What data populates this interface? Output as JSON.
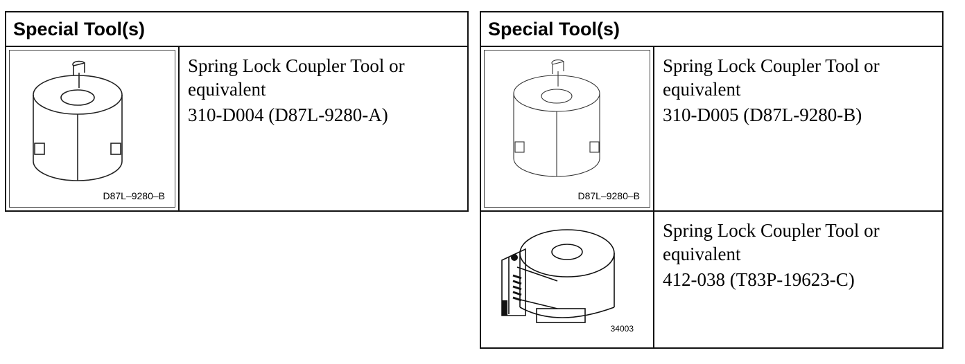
{
  "tables": [
    {
      "header": "Special Tool(s)",
      "rows": [
        {
          "icon": "coupler-tool-cylinder",
          "image_caption": "D87L–9280–B",
          "description": "Spring Lock Coupler Tool or equivalent",
          "part_number": "310-D004 (D87L-9280-A)"
        }
      ]
    },
    {
      "header": "Special Tool(s)",
      "rows": [
        {
          "icon": "coupler-tool-cylinder",
          "image_caption": "D87L–9280–B",
          "description": "Spring Lock Coupler Tool or equivalent",
          "part_number": "310-D005 (D87L-9280-B)"
        },
        {
          "icon": "coupler-tool-spring-clamp",
          "image_caption": "34003",
          "description": "Spring Lock Coupler Tool or equivalent",
          "part_number": "412-038 (T83P-19623-C)"
        }
      ]
    }
  ]
}
